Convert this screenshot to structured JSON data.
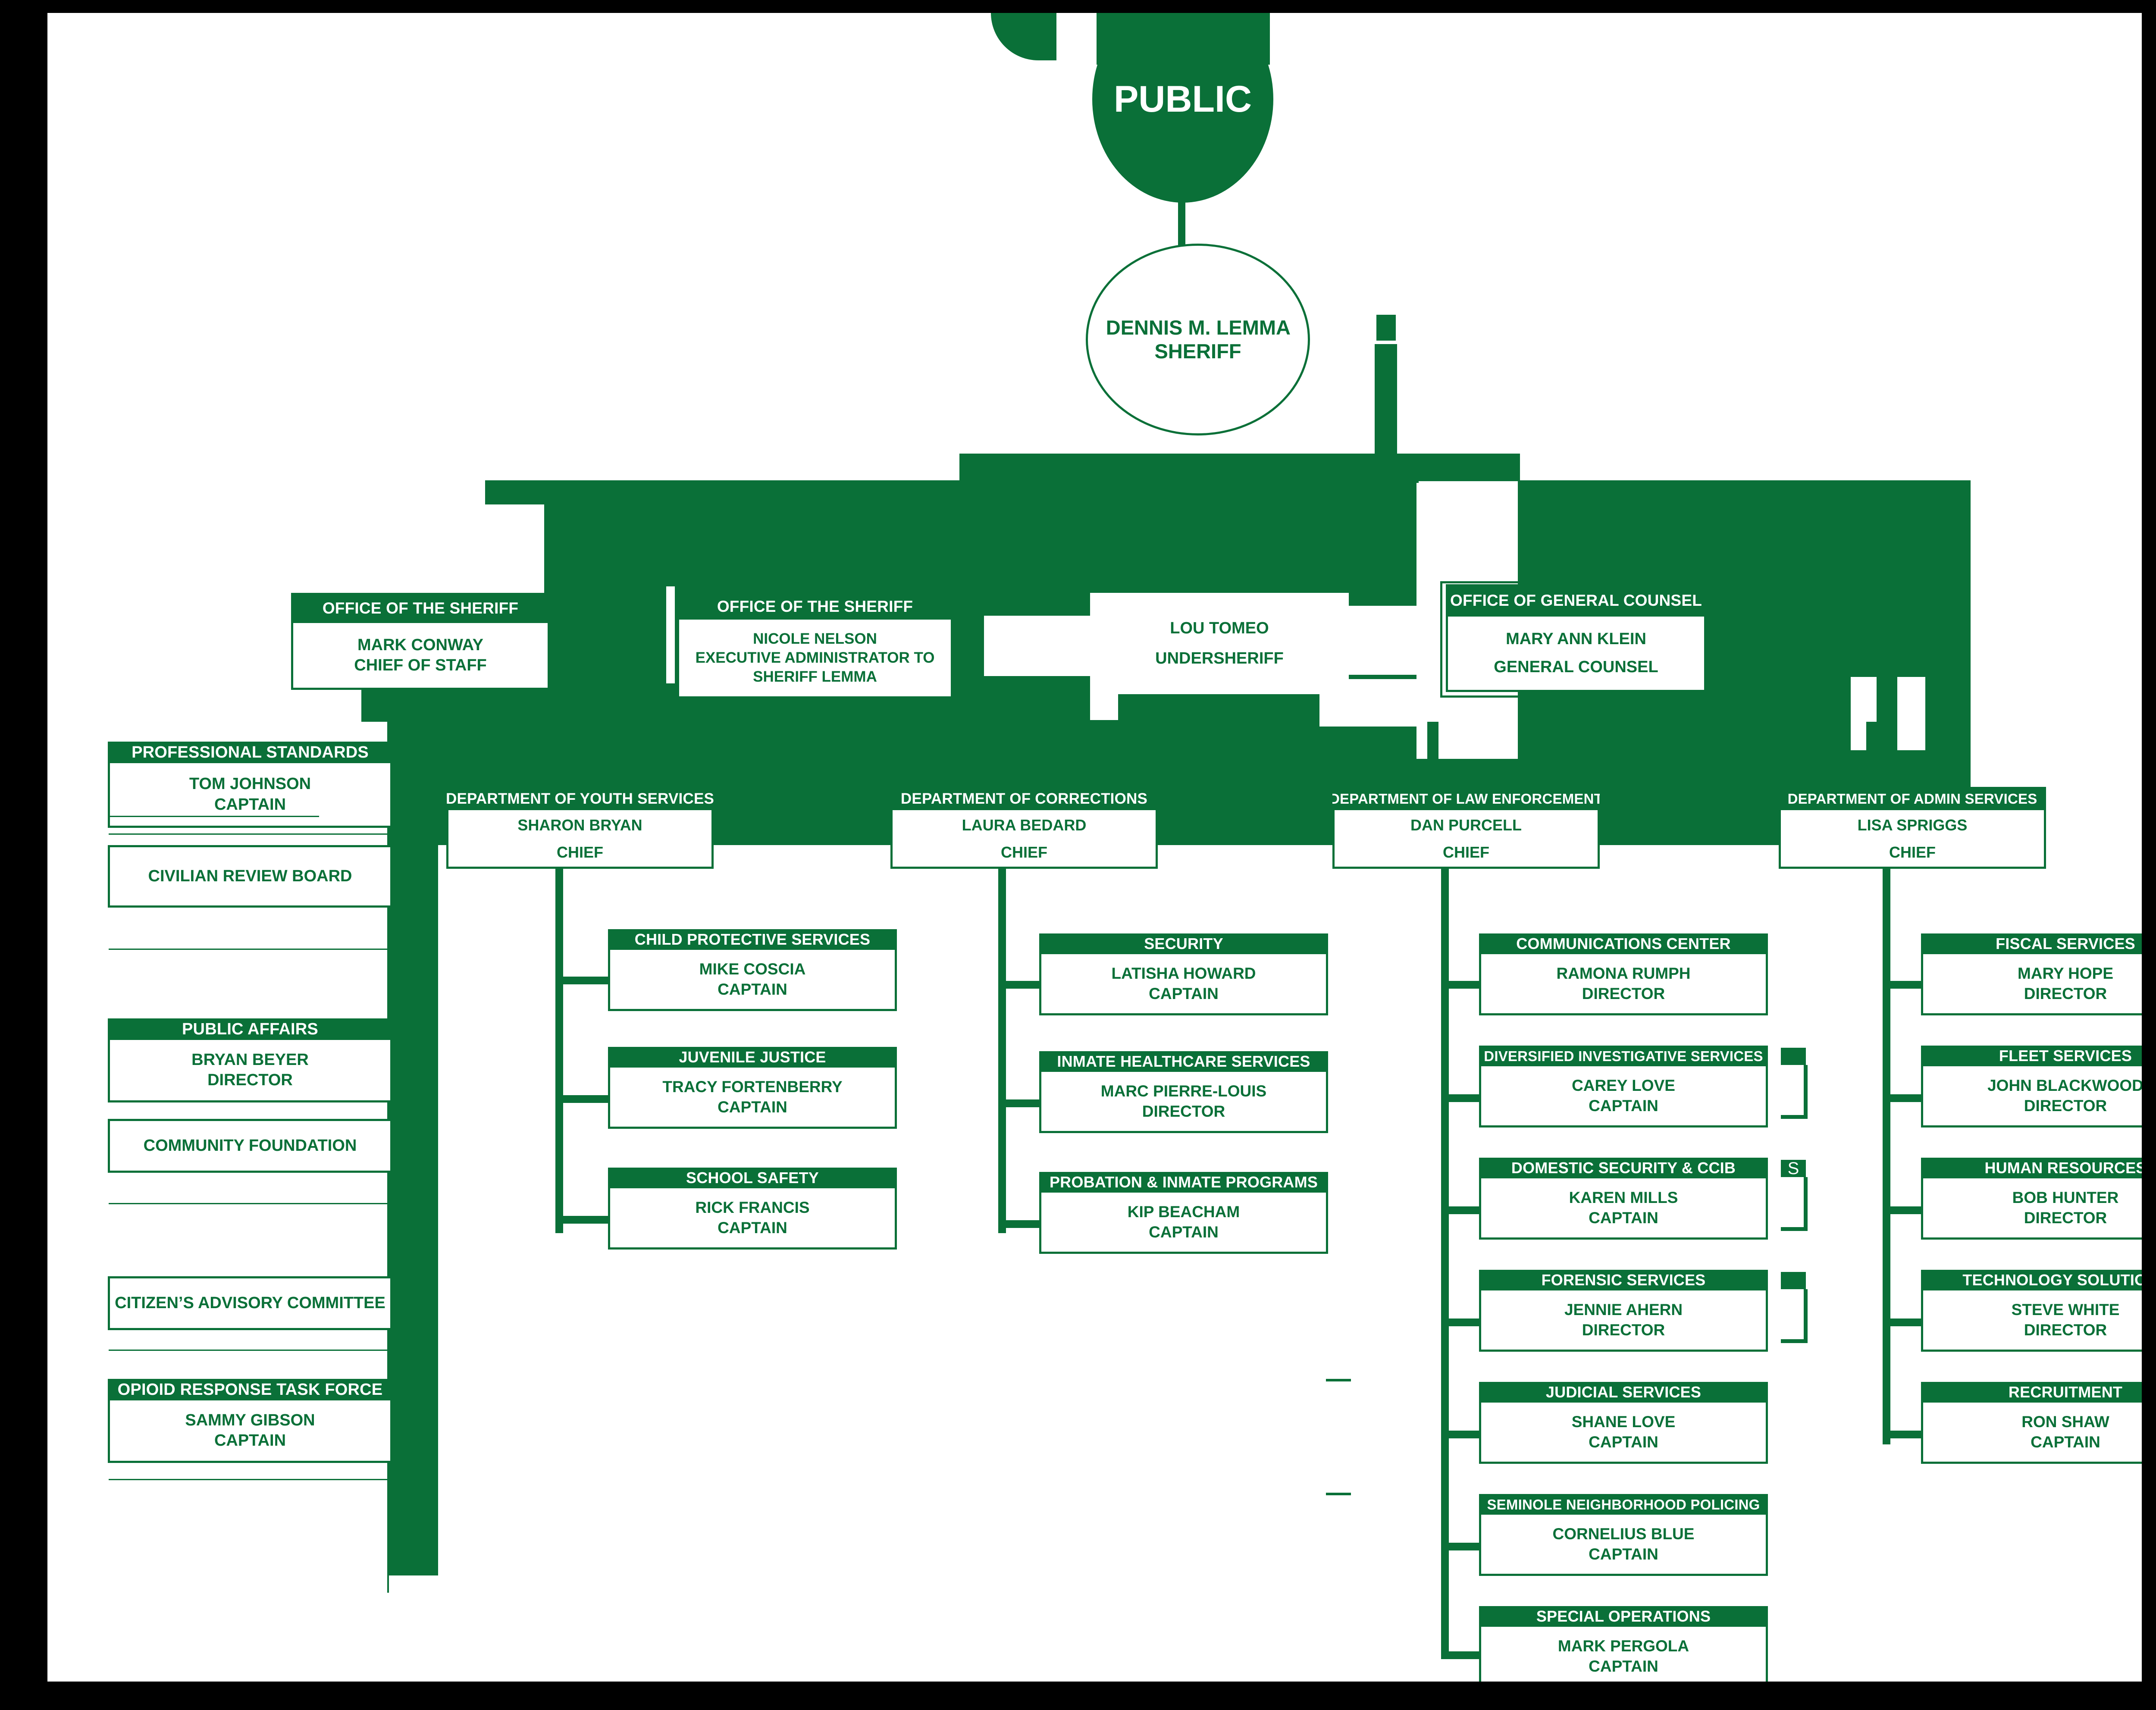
{
  "colors": {
    "green": "#0a7038",
    "white": "#ffffff",
    "page_border": "#000000"
  },
  "top": {
    "public": {
      "label": "PUBLIC"
    },
    "sheriff": {
      "name": "DENNIS M. LEMMA",
      "title": "SHERIFF"
    }
  },
  "executive": [
    {
      "header": "OFFICE OF THE SHERIFF",
      "name": "MARK CONWAY",
      "title": "CHIEF OF STAFF"
    },
    {
      "header": "OFFICE OF THE SHERIFF",
      "name": "NICOLE NELSON",
      "title": "EXECUTIVE ADMINISTRATOR TO",
      "title2": "SHERIFF LEMMA"
    },
    {
      "header": "",
      "name": "LOU TOMEO",
      "title": "UNDERSHERIFF"
    },
    {
      "header": "OFFICE OF GENERAL COUNSEL",
      "name": "MARY ANN KLEIN",
      "title": "GENERAL COUNSEL"
    }
  ],
  "left_column": [
    {
      "header": "PROFESSIONAL STANDARDS",
      "name": "TOM JOHNSON",
      "title": "CAPTAIN"
    },
    {
      "header": "",
      "name": "CIVILIAN REVIEW BOARD",
      "title": ""
    },
    {
      "header": "PUBLIC AFFAIRS",
      "name": "BRYAN BEYER",
      "title": "DIRECTOR"
    },
    {
      "header": "",
      "name": "COMMUNITY FOUNDATION",
      "title": ""
    },
    {
      "header": "",
      "name": "CITIZEN’S ADVISORY COMMITTEE",
      "title": ""
    },
    {
      "header": "OPIOID RESPONSE TASK FORCE",
      "name": "SAMMY GIBSON",
      "title": "CAPTAIN"
    }
  ],
  "departments": [
    {
      "header": "DEPARTMENT OF YOUTH SERVICES",
      "name": "SHARON BRYAN",
      "title": "CHIEF",
      "units": [
        {
          "header": "CHILD PROTECTIVE SERVICES",
          "name": "MIKE COSCIA",
          "title": "CAPTAIN"
        },
        {
          "header": "JUVENILE JUSTICE",
          "name": "TRACY FORTENBERRY",
          "title": "CAPTAIN"
        },
        {
          "header": "SCHOOL SAFETY",
          "name": "RICK FRANCIS",
          "title": "CAPTAIN"
        }
      ]
    },
    {
      "header": "DEPARTMENT OF CORRECTIONS",
      "name": "LAURA BEDARD",
      "title": "CHIEF",
      "units": [
        {
          "header": "SECURITY",
          "name": "LATISHA HOWARD",
          "title": "CAPTAIN"
        },
        {
          "header": "INMATE HEALTHCARE SERVICES",
          "name": "MARC PIERRE-LOUIS",
          "title": "DIRECTOR"
        },
        {
          "header": "PROBATION & INMATE PROGRAMS",
          "name": "KIP BEACHAM",
          "title": "CAPTAIN"
        }
      ]
    },
    {
      "header": "DEPARTMENT OF LAW ENFORCEMENT",
      "name": "DAN PURCELL",
      "title": "CHIEF",
      "units": [
        {
          "header": "COMMUNICATIONS CENTER",
          "name": "RAMONA RUMPH",
          "title": "DIRECTOR"
        },
        {
          "header": "DIVERSIFIED INVESTIGATIVE SERVICES",
          "name": "CAREY LOVE",
          "title": "CAPTAIN"
        },
        {
          "header": "DOMESTIC SECURITY & CCIB",
          "name": "KAREN MILLS",
          "title": "CAPTAIN"
        },
        {
          "header": "FORENSIC SERVICES",
          "name": "JENNIE AHERN",
          "title": "DIRECTOR"
        },
        {
          "header": "JUDICIAL SERVICES",
          "name": "SHANE LOVE",
          "title": "CAPTAIN"
        },
        {
          "header": "SEMINOLE NEIGHBORHOOD POLICING",
          "name": "CORNELIUS BLUE",
          "title": "CAPTAIN"
        },
        {
          "header": "SPECIAL OPERATIONS",
          "name": "MARK PERGOLA",
          "title": "CAPTAIN"
        }
      ]
    },
    {
      "header": "DEPARTMENT OF ADMIN SERVICES",
      "name": "LISA SPRIGGS",
      "title": "CHIEF",
      "units": [
        {
          "header": "FISCAL SERVICES",
          "name": "MARY HOPE",
          "title": "DIRECTOR"
        },
        {
          "header": "FLEET SERVICES",
          "name": "JOHN BLACKWOOD",
          "title": "DIRECTOR"
        },
        {
          "header": "HUMAN RESOURCES",
          "name": "BOB HUNTER",
          "title": "DIRECTOR"
        },
        {
          "header": "TECHNOLOGY SOLUTIONS",
          "name": "STEVE WHITE",
          "title": "DIRECTOR"
        },
        {
          "header": "RECRUITMENT",
          "name": "RON SHAW",
          "title": "CAPTAIN"
        }
      ]
    }
  ],
  "artifact_fragment": {
    "text": "S"
  }
}
